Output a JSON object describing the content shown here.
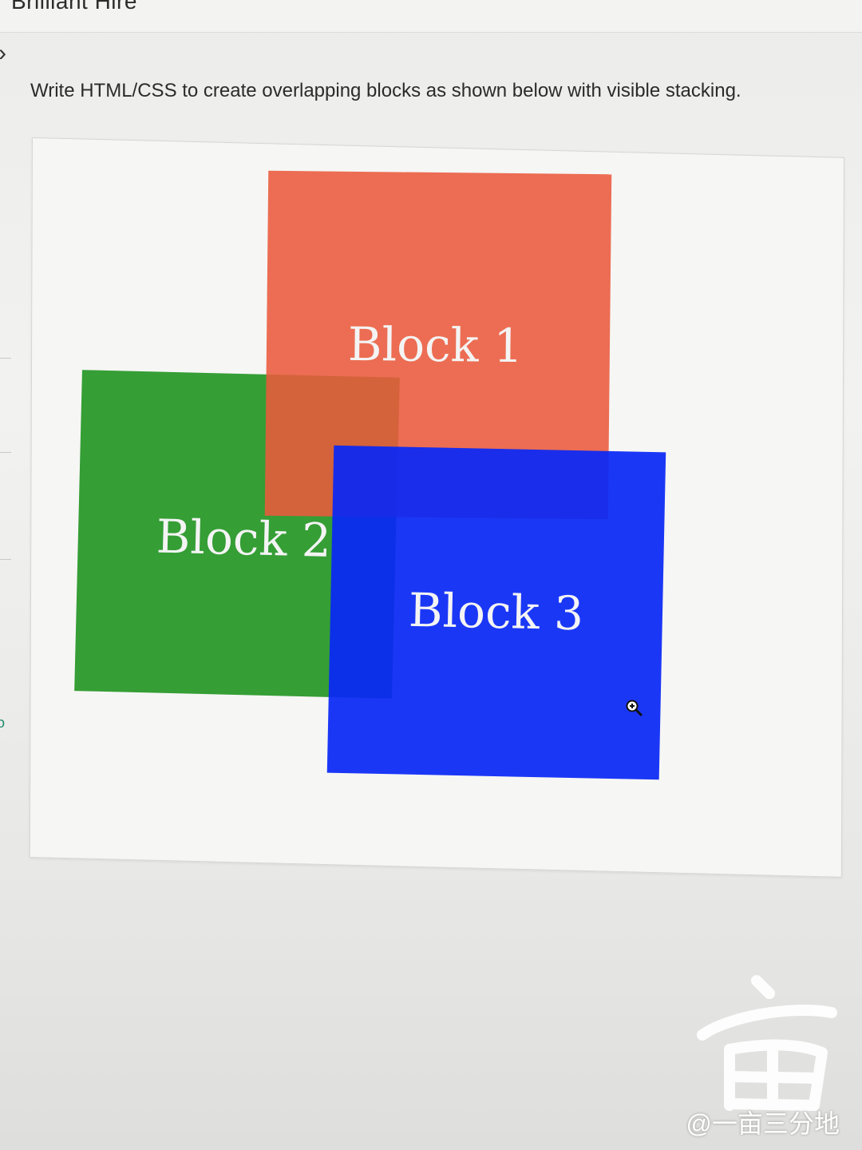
{
  "header": {
    "brand": "Brilliant Hire",
    "chevron": "›",
    "edge_mark": "o"
  },
  "question": {
    "instruction": "Write HTML/CSS to create overlapping blocks as shown below with visible stacking."
  },
  "figure": {
    "blocks": [
      {
        "label": "Block 1",
        "color": "#eb5a3c"
      },
      {
        "label": "Block 2",
        "color": "#249624"
      },
      {
        "label": "Block 3",
        "color": "#0a28f5"
      }
    ],
    "cursor_icon": "zoom-in-icon"
  },
  "watermark": {
    "text": "@一亩三分地",
    "logo": "亩"
  }
}
